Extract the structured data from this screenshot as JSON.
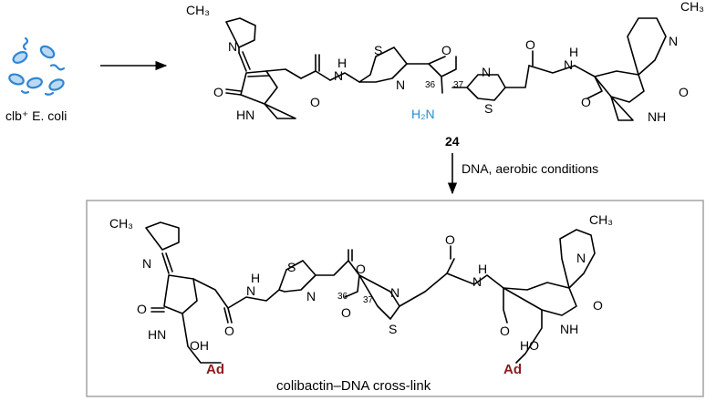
{
  "source": {
    "label": "clb⁺ E. coli",
    "icon": "bacteria-icon",
    "color": "#2f86d4"
  },
  "compound": {
    "number": "24",
    "amine_label": "H₂N",
    "amine_color": "#1f8fd6",
    "c36": "36",
    "c37": "37"
  },
  "reaction": {
    "conditions": "DNA, aerobic conditions"
  },
  "product": {
    "caption": "colibactin–DNA cross-link",
    "ad_label": "Ad",
    "ad_color": "#8b1a1a",
    "c36": "36",
    "c37": "37"
  },
  "atoms": {
    "ch3": "CH₃",
    "n": "N",
    "o": "O",
    "s": "S",
    "nh": "NH",
    "hn": "HN",
    "h": "H",
    "oh": "OH",
    "ho": "HO"
  }
}
